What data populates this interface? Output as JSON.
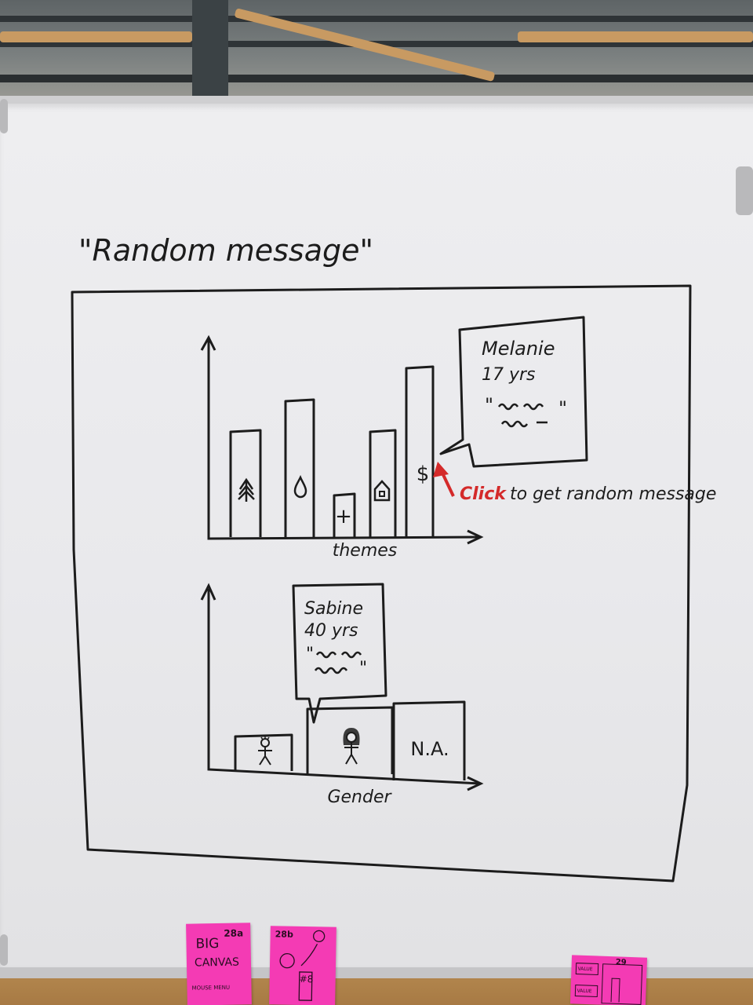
{
  "board": {
    "title": "\"Random message\"",
    "click_word": "Click",
    "click_rest": "to get random message",
    "colors": {
      "ink": "#1c1c1c",
      "accent": "#d42a2a",
      "postit": "#f43bb4"
    }
  },
  "chart_data": [
    {
      "type": "bar",
      "xlabel": "themes",
      "categories": [
        "tree-icon",
        "drop-icon",
        "cross-icon",
        "house-icon",
        "dollar-icon"
      ],
      "category_symbols": [
        "",
        "",
        "+",
        "",
        "$"
      ],
      "values": [
        4.5,
        5.8,
        1.8,
        4.5,
        7.2
      ],
      "ylim": [
        0,
        9
      ],
      "tooltip": {
        "name": "Melanie",
        "age": "17 yrs",
        "quote_open": "\"",
        "quote_close": "\""
      }
    },
    {
      "type": "bar",
      "xlabel": "Gender",
      "categories": [
        "male-icon",
        "female-icon",
        "N.A."
      ],
      "values": [
        1.5,
        2.8,
        3.3
      ],
      "ylim": [
        0,
        9
      ],
      "tooltip": {
        "name": "Sabine",
        "age": "40 yrs",
        "quote_open": "\"",
        "quote_close": "\""
      }
    }
  ],
  "postits": [
    {
      "label": "28a",
      "lines": [
        "BIG",
        "CANVAS",
        "MOUSE MENU"
      ]
    },
    {
      "label": "28b",
      "lines": [
        "#8"
      ]
    },
    {
      "label": "29",
      "lines": [
        "VALUE",
        "VALUE"
      ]
    }
  ]
}
